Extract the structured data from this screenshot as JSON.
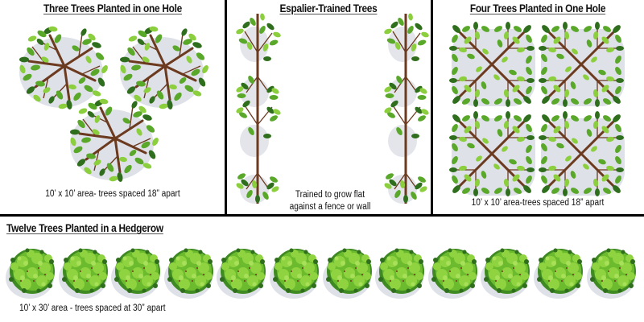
{
  "panels": {
    "three_trees": {
      "title": "Three Trees Planted in one Hole",
      "caption": "10’ x 10’ area- trees spaced 18” apart",
      "tree_count": 3
    },
    "espalier": {
      "title": "Espalier-Trained Trees",
      "caption_line1": "Trained to grow flat",
      "caption_line2": "against a fence or wall",
      "tree_count": 2
    },
    "four_trees": {
      "title": "Four Trees Planted in One Hole",
      "caption": "10’ x 10’ area-trees spaced 18” apart",
      "tree_count": 4
    },
    "hedgerow": {
      "title": "Twelve Trees Planted in a Hedgerow",
      "caption": "10’ x 30’ area - trees spaced at 30” apart",
      "tree_count": 12
    }
  },
  "colors": {
    "leaf_light": "#8ccf3e",
    "leaf_mid": "#5aa82a",
    "leaf_dark": "#2f6e1c",
    "branch": "#6b3a1f",
    "shadow": "#d9dbe3",
    "divider": "#000000"
  }
}
